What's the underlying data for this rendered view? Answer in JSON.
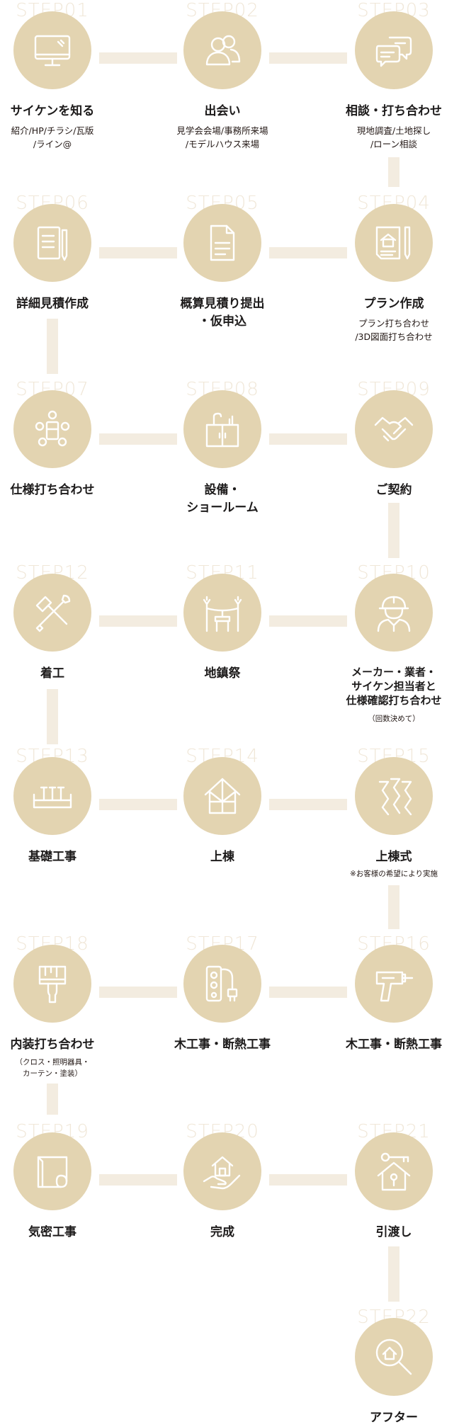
{
  "steps": [
    {
      "step": "STEP01",
      "title": "サイケンを知る",
      "sub": "紹介/HP/チラシ/瓦版\n/ライン@",
      "icon": "monitor-icon"
    },
    {
      "step": "STEP02",
      "title": "出会い",
      "sub": "見学会会場/事務所来場\n/モデルハウス来場",
      "icon": "people-icon"
    },
    {
      "step": "STEP03",
      "title": "相談・打ち合わせ",
      "sub": "現地調査/土地探し\n/ローン相談",
      "icon": "chat-bubbles-icon"
    },
    {
      "step": "STEP04",
      "title": "プラン作成",
      "sub": "プラン打ち合わせ\n/3D図面打ち合わせ",
      "icon": "house-plan-pen-icon"
    },
    {
      "step": "STEP05",
      "title": "概算見積り提出\n・仮申込",
      "sub": "",
      "icon": "document-icon"
    },
    {
      "step": "STEP06",
      "title": "詳細見積作成",
      "sub": "",
      "icon": "notepad-pen-icon"
    },
    {
      "step": "STEP07",
      "title": "仕様打ち合わせ",
      "sub": "",
      "icon": "meeting-table-icon"
    },
    {
      "step": "STEP08",
      "title": "設備・\nショールーム",
      "sub": "",
      "icon": "kitchen-sink-icon"
    },
    {
      "step": "STEP09",
      "title": "ご契約",
      "sub": "",
      "icon": "handshake-icon"
    },
    {
      "step": "STEP10",
      "title": "メーカー・業者・\nサイケン担当者と\n仕様確認打ち合わせ",
      "sub": "（回数決めて）",
      "icon": "worker-helmet-icon"
    },
    {
      "step": "STEP11",
      "title": "地鎮祭",
      "sub": "",
      "icon": "ceremony-altar-icon"
    },
    {
      "step": "STEP12",
      "title": "着工",
      "sub": "",
      "icon": "hammer-wrench-icon"
    },
    {
      "step": "STEP13",
      "title": "基礎工事",
      "sub": "",
      "icon": "foundation-icon"
    },
    {
      "step": "STEP14",
      "title": "上棟",
      "sub": "",
      "icon": "house-frame-icon"
    },
    {
      "step": "STEP15",
      "title": "上棟式",
      "sub": "※お客様の希望により実施",
      "icon": "ceremony-decoration-icon"
    },
    {
      "step": "STEP16",
      "title": "木工事・断熱工事",
      "sub": "",
      "icon": "power-drill-icon"
    },
    {
      "step": "STEP17",
      "title": "木工事・断熱工事",
      "sub": "",
      "icon": "power-strip-plug-icon"
    },
    {
      "step": "STEP18",
      "title": "内装打ち合わせ",
      "sub": "（クロス・照明器具・\nカーテン・塗装）",
      "icon": "paint-brush-icon"
    },
    {
      "step": "STEP19",
      "title": "気密工事",
      "sub": "",
      "icon": "sheet-roll-icon"
    },
    {
      "step": "STEP20",
      "title": "完成",
      "sub": "",
      "icon": "house-in-hand-icon"
    },
    {
      "step": "STEP21",
      "title": "引渡し",
      "sub": "",
      "icon": "house-key-icon"
    },
    {
      "step": "STEP22",
      "title": "アフター",
      "sub": "",
      "icon": "magnifier-house-icon"
    }
  ],
  "colors": {
    "circle": "#e3d4b1",
    "connector": "#f3ece0",
    "step_label": "#f0e7d8",
    "text": "#231815"
  }
}
